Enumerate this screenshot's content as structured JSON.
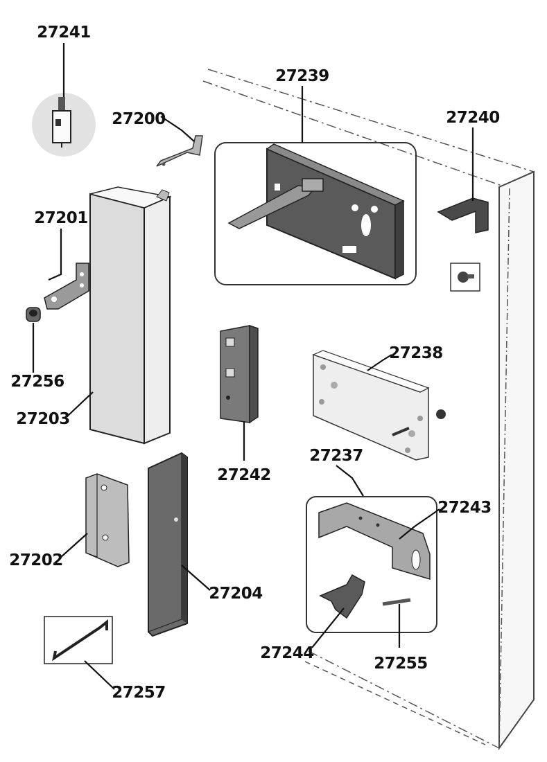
{
  "diagram": {
    "part_numbers": {
      "p27241": "27241",
      "p27200": "27200",
      "p27239": "27239",
      "p27240": "27240",
      "p27201": "27201",
      "p27256": "27256",
      "p27203": "27203",
      "p27242": "27242",
      "p27238": "27238",
      "p27237": "27237",
      "p27243": "27243",
      "p27202": "27202",
      "p27204": "27204",
      "p27244": "27244",
      "p27255": "27255",
      "p27257": "27257"
    }
  }
}
